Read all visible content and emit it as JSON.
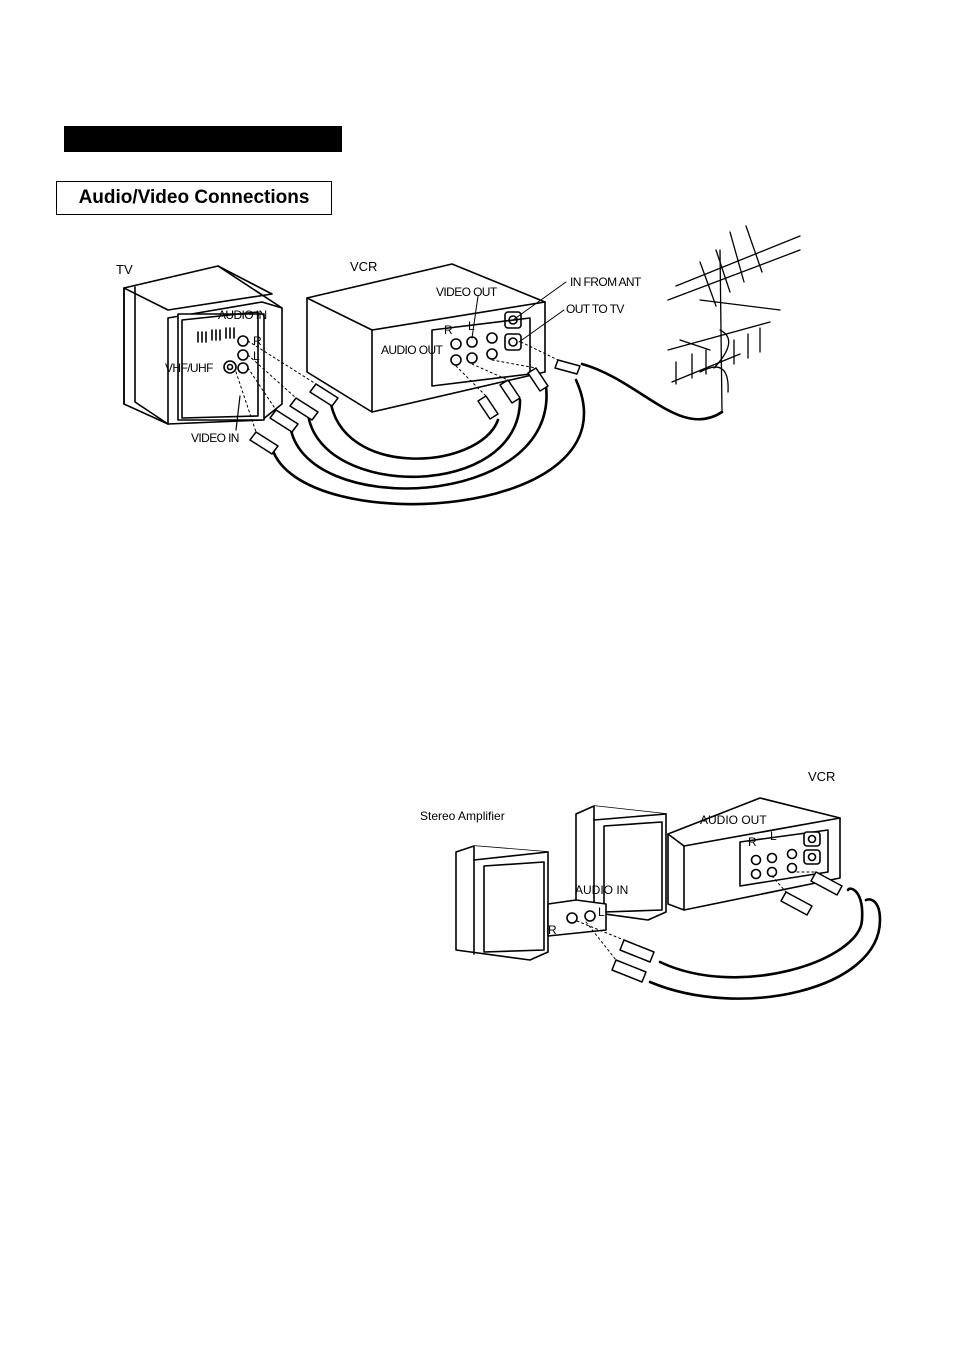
{
  "section": {
    "title": "Audio/Video Connections"
  },
  "diagram1": {
    "tv_label": "TV",
    "vcr_label": "VCR",
    "audio_in": "AUDIO IN",
    "r": "R",
    "l": "L",
    "vhf_uhf": "VHF/UHF",
    "video_in": "VIDEO IN",
    "video_out": "VIDEO OUT",
    "audio_out": "AUDIO OUT",
    "vcr_r": "R",
    "vcr_l": "L",
    "in_from_ant": "IN FROM ANT",
    "out_to_tv": "OUT TO TV"
  },
  "diagram2": {
    "stereo_amplifier": "Stereo Amplifier",
    "vcr_label": "VCR",
    "audio_out": "AUDIO OUT",
    "audio_in": "AUDIO IN",
    "r": "R",
    "l": "L",
    "vcr_r": "R",
    "vcr_l": "L"
  }
}
